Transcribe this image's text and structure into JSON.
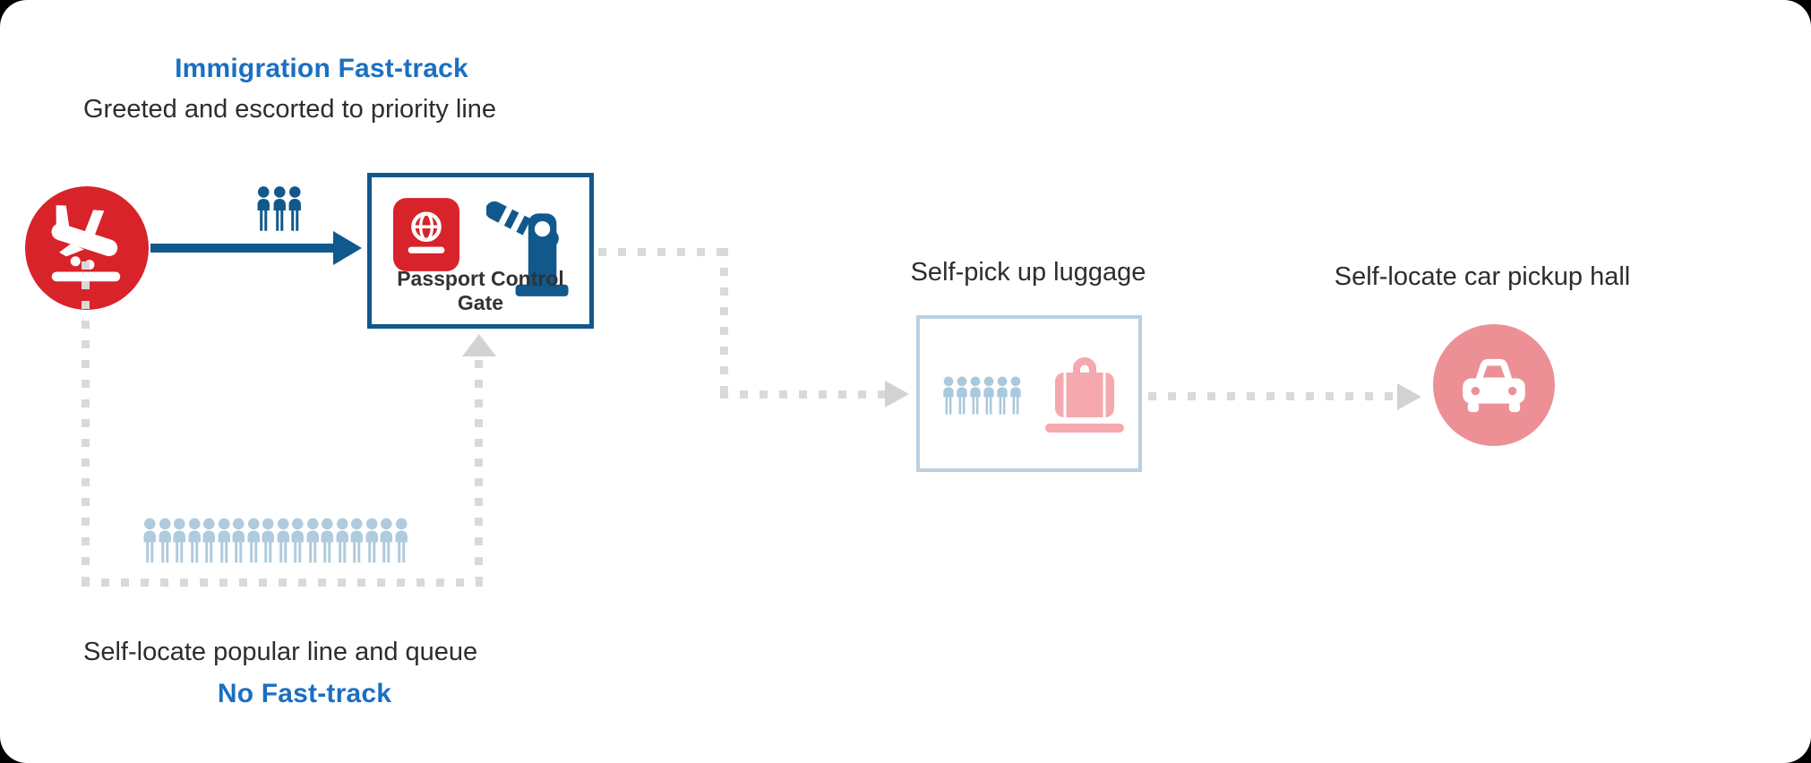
{
  "fast_track": {
    "title": "Immigration Fast-track",
    "subtitle": "Greeted and escorted to priority line",
    "priority_group_count": 3
  },
  "passport_gate": {
    "label": "Passport Control Gate"
  },
  "luggage": {
    "label": "Self-pick up luggage",
    "queue_count": 6
  },
  "car_pickup": {
    "label": "Self-locate car pickup hall"
  },
  "no_fast_track": {
    "subtitle": "Self-locate popular line and queue",
    "title": "No Fast-track",
    "queue_count": 18
  },
  "icons": {
    "plane": "plane-landing-icon",
    "passport": "passport-icon",
    "gate": "barrier-gate-icon",
    "person": "person-icon",
    "suitcase": "luggage-icon",
    "car": "car-icon"
  },
  "colors": {
    "accent_blue_dark": "#11588C",
    "accent_blue_title": "#1B6FC2",
    "red": "#D8232B",
    "pink_circle": "#EC9096",
    "pink_luggage": "#F5A9AE",
    "light_blue_people": "#AFCBDD",
    "light_blue_border": "#B9D0E1",
    "dash_gray": "#D9D9D9",
    "text_dark": "#2D2D2D"
  }
}
